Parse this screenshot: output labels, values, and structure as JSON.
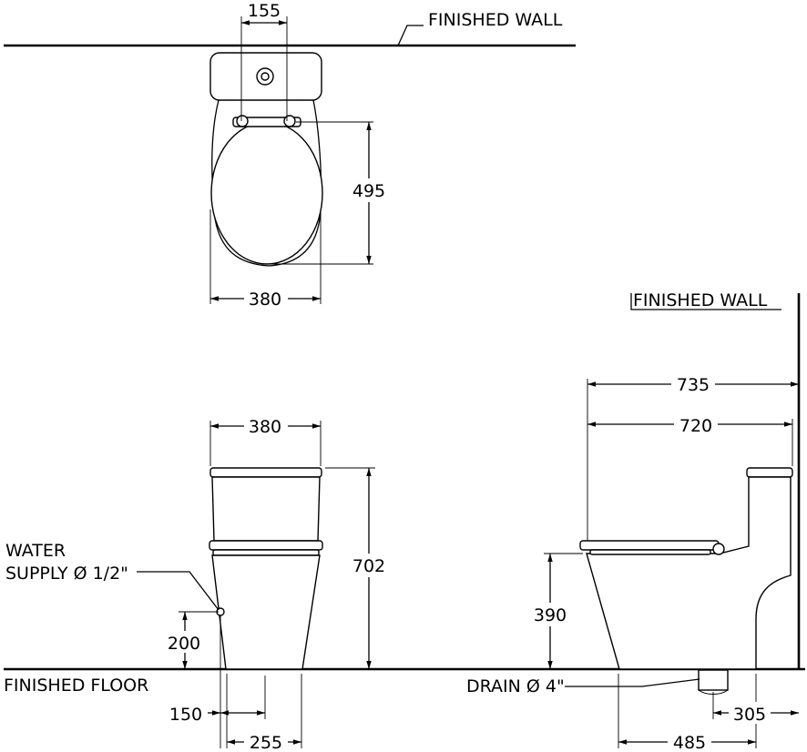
{
  "labels": {
    "finished_wall_top": "FINISHED  WALL",
    "finished_wall_side": "FINISHED  WALL",
    "finished_floor": "FINISHED  FLOOR",
    "water_supply_line1": "WATER",
    "water_supply_line2": "SUPPLY Ø 1/2\"",
    "drain": "DRAIN Ø 4\""
  },
  "dimensions": {
    "top_hole_spacing": "155",
    "seat_length": "495",
    "top_width": "380",
    "front_width": "380",
    "front_height": "702",
    "supply_height": "200",
    "supply_offset": "150",
    "base_offset": "255",
    "overall_depth": "735",
    "body_depth": "720",
    "seat_height": "390",
    "drain_to_front": "485",
    "drain_to_wall": "305"
  }
}
